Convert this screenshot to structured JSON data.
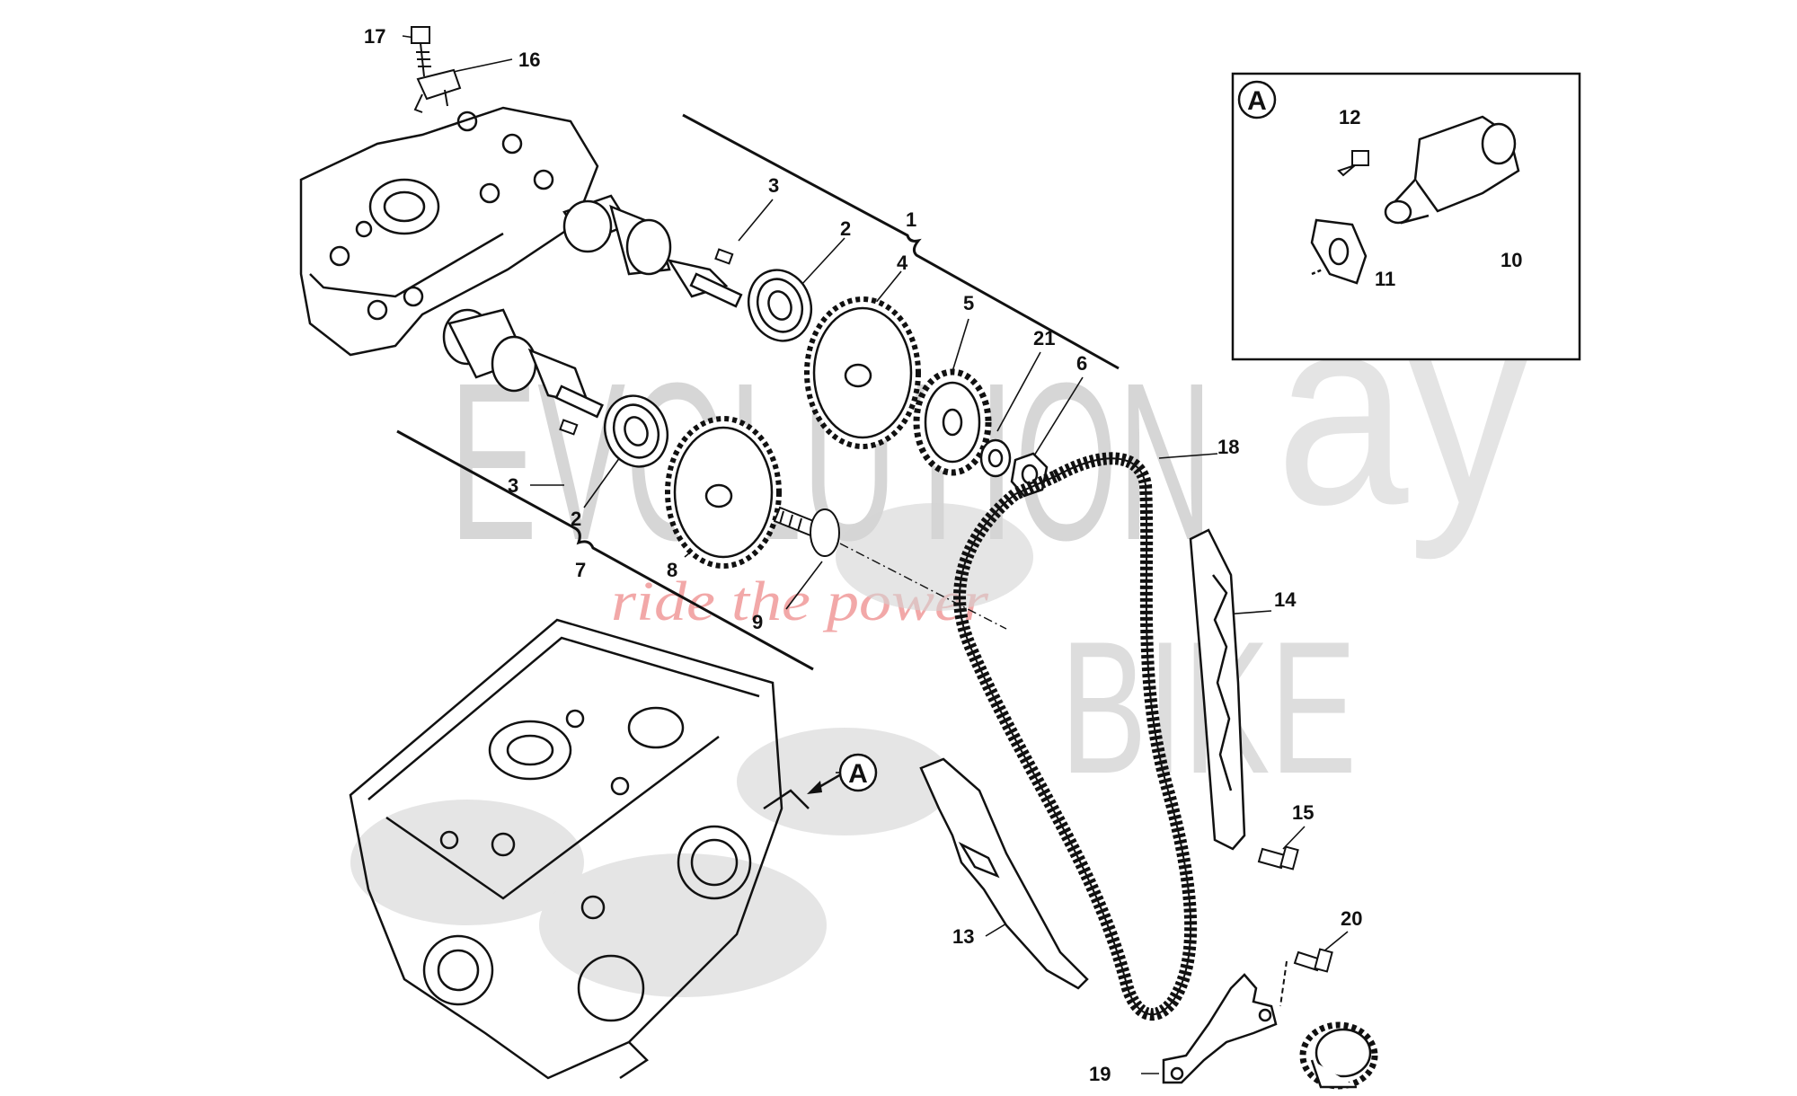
{
  "diagram": {
    "callouts": [
      {
        "id": "17",
        "text": "17"
      },
      {
        "id": "16",
        "text": "16"
      },
      {
        "id": "3a",
        "text": "3"
      },
      {
        "id": "2a",
        "text": "2"
      },
      {
        "id": "1",
        "text": "1"
      },
      {
        "id": "4",
        "text": "4"
      },
      {
        "id": "5",
        "text": "5"
      },
      {
        "id": "21",
        "text": "21"
      },
      {
        "id": "6",
        "text": "6"
      },
      {
        "id": "18",
        "text": "18"
      },
      {
        "id": "3b",
        "text": "3"
      },
      {
        "id": "2b",
        "text": "2"
      },
      {
        "id": "7",
        "text": "7"
      },
      {
        "id": "8",
        "text": "8"
      },
      {
        "id": "9",
        "text": "9"
      },
      {
        "id": "14",
        "text": "14"
      },
      {
        "id": "15",
        "text": "15"
      },
      {
        "id": "13",
        "text": "13"
      },
      {
        "id": "20",
        "text": "20"
      },
      {
        "id": "19",
        "text": "19"
      },
      {
        "id": "12",
        "text": "12"
      },
      {
        "id": "10",
        "text": "10"
      },
      {
        "id": "11",
        "text": "11"
      }
    ],
    "detail_marker": "A",
    "inset_marker": "A"
  },
  "watermark": {
    "brand_top": "EVOLUTION",
    "tagline": "ride the power",
    "brand_side": "BIKE",
    "brand_corner": "ay"
  },
  "colors": {
    "line": "#111111",
    "watermark_gray": "#cfcfcf",
    "watermark_red": "#f2a8a8"
  }
}
